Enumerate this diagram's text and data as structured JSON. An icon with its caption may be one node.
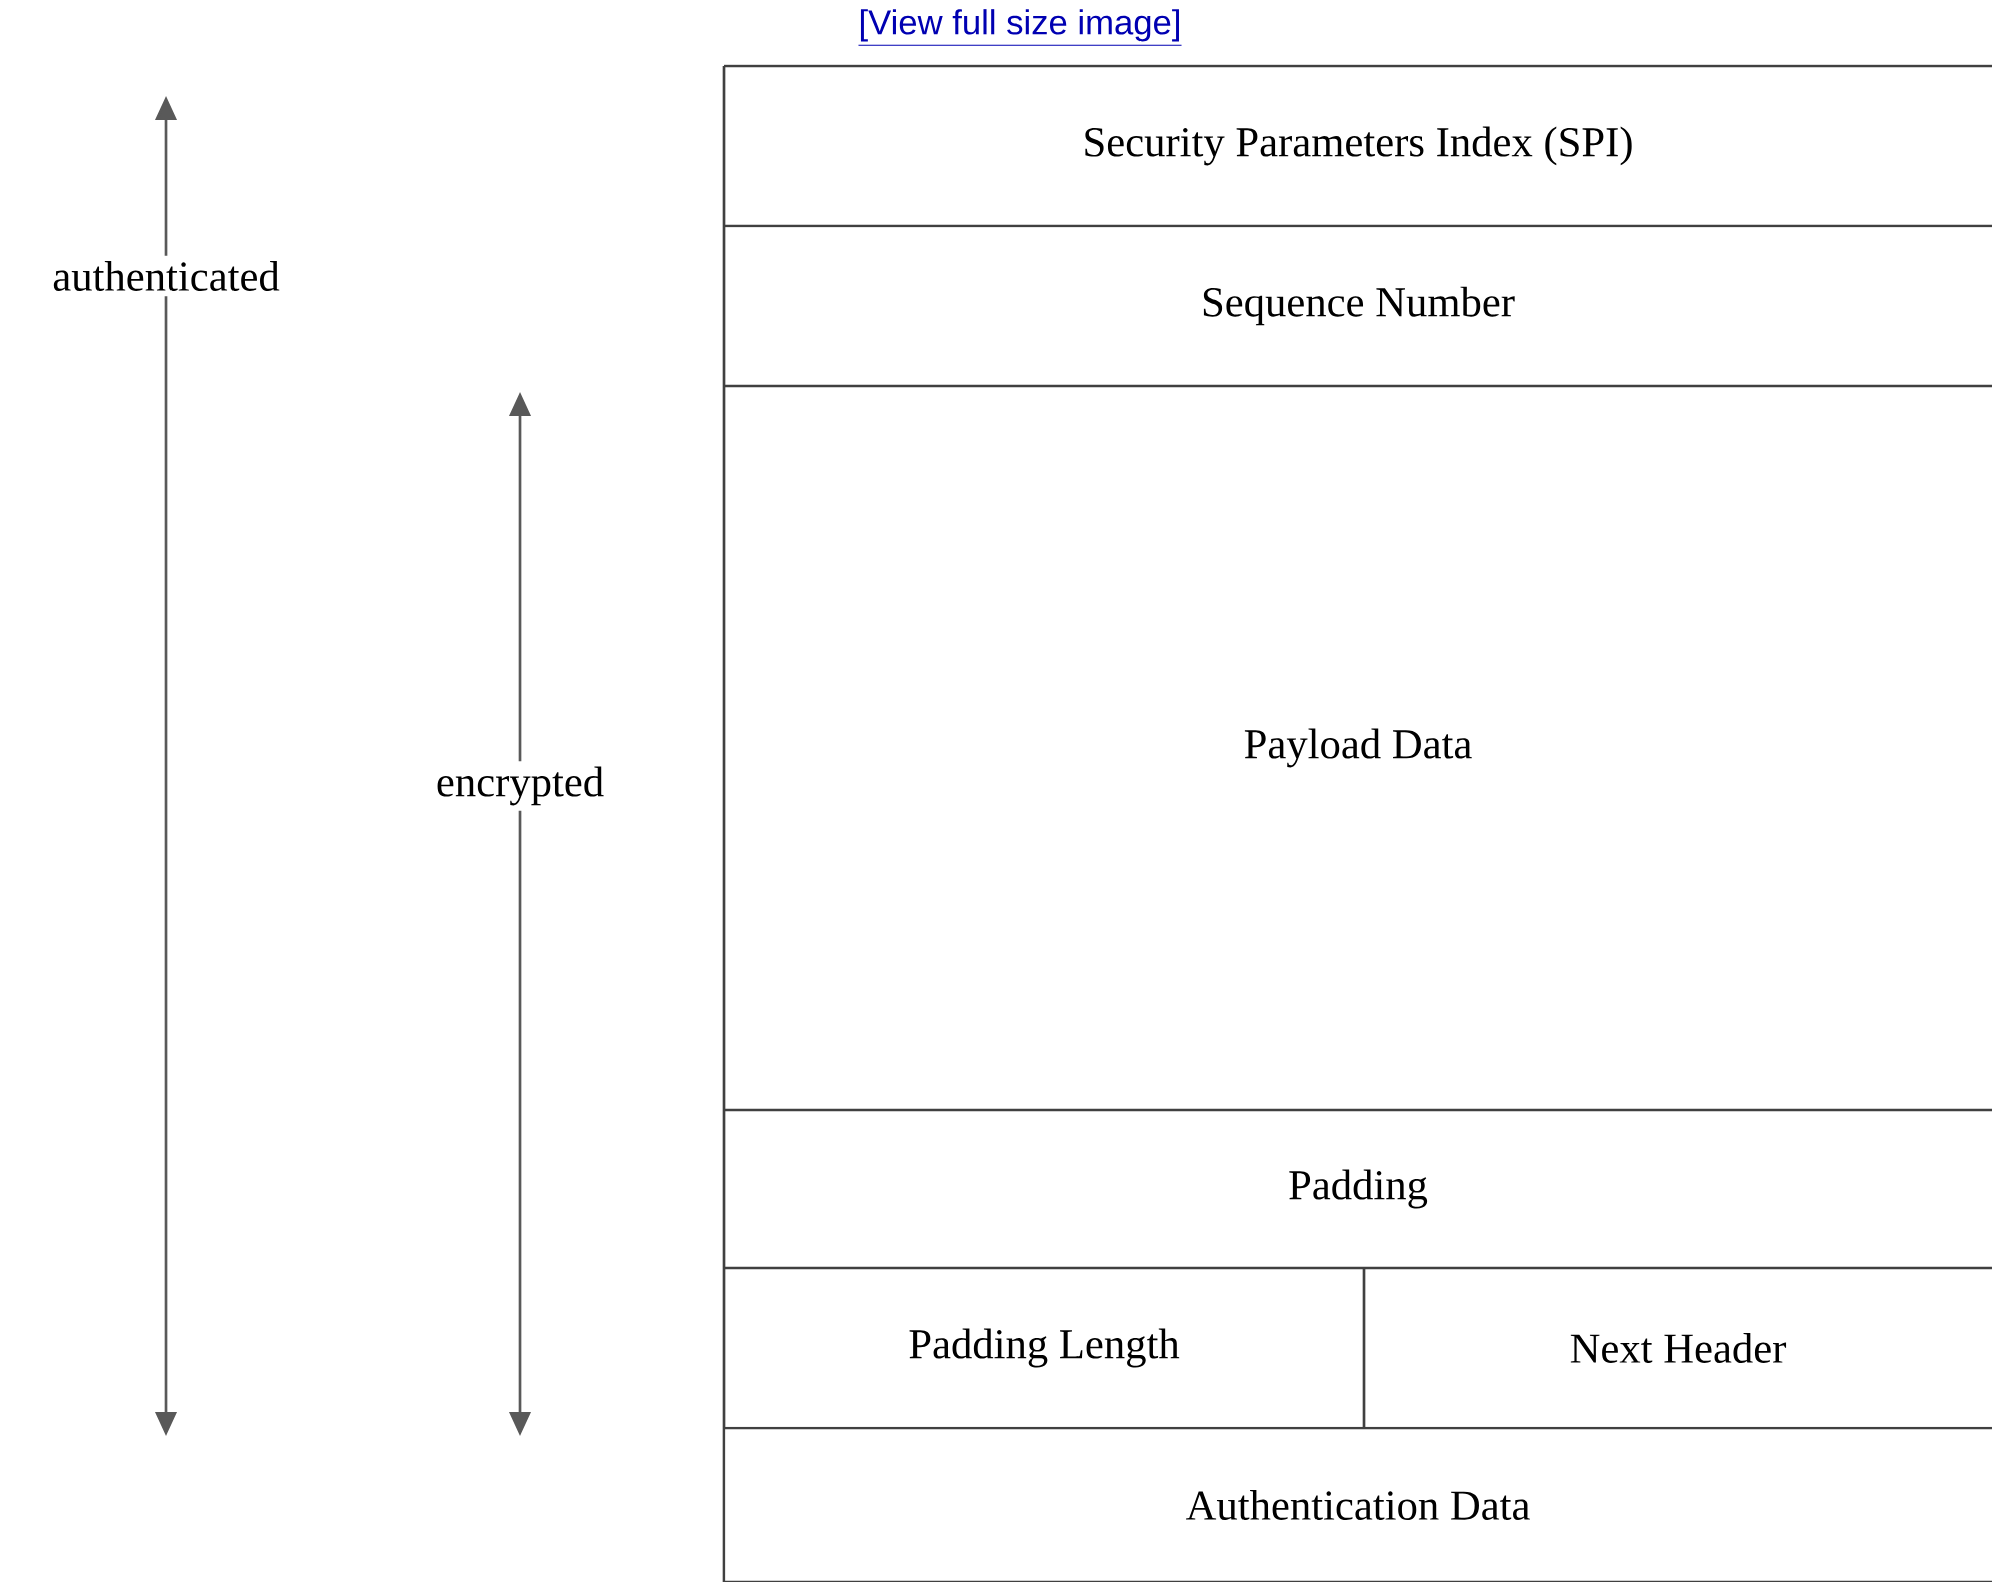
{
  "diagram": {
    "nodes": [
      {
        "text": [
          "Security Parameters Index (SPI)"
        ]
      },
      {
        "text": [
          "Sequence Number"
        ]
      },
      {
        "text": [
          "Payload Data"
        ]
      },
      {
        "text": [
          "Padding"
        ]
      },
      {
        "text": [
          "Padding Length"
        ]
      },
      {
        "text": [
          "Next Header"
        ]
      },
      {
        "text": [
          "Authentication Data"
        ]
      }
    ],
    "labels": [
      "[View full size image]",
      "authenticated",
      "encrypted"
    ]
  }
}
